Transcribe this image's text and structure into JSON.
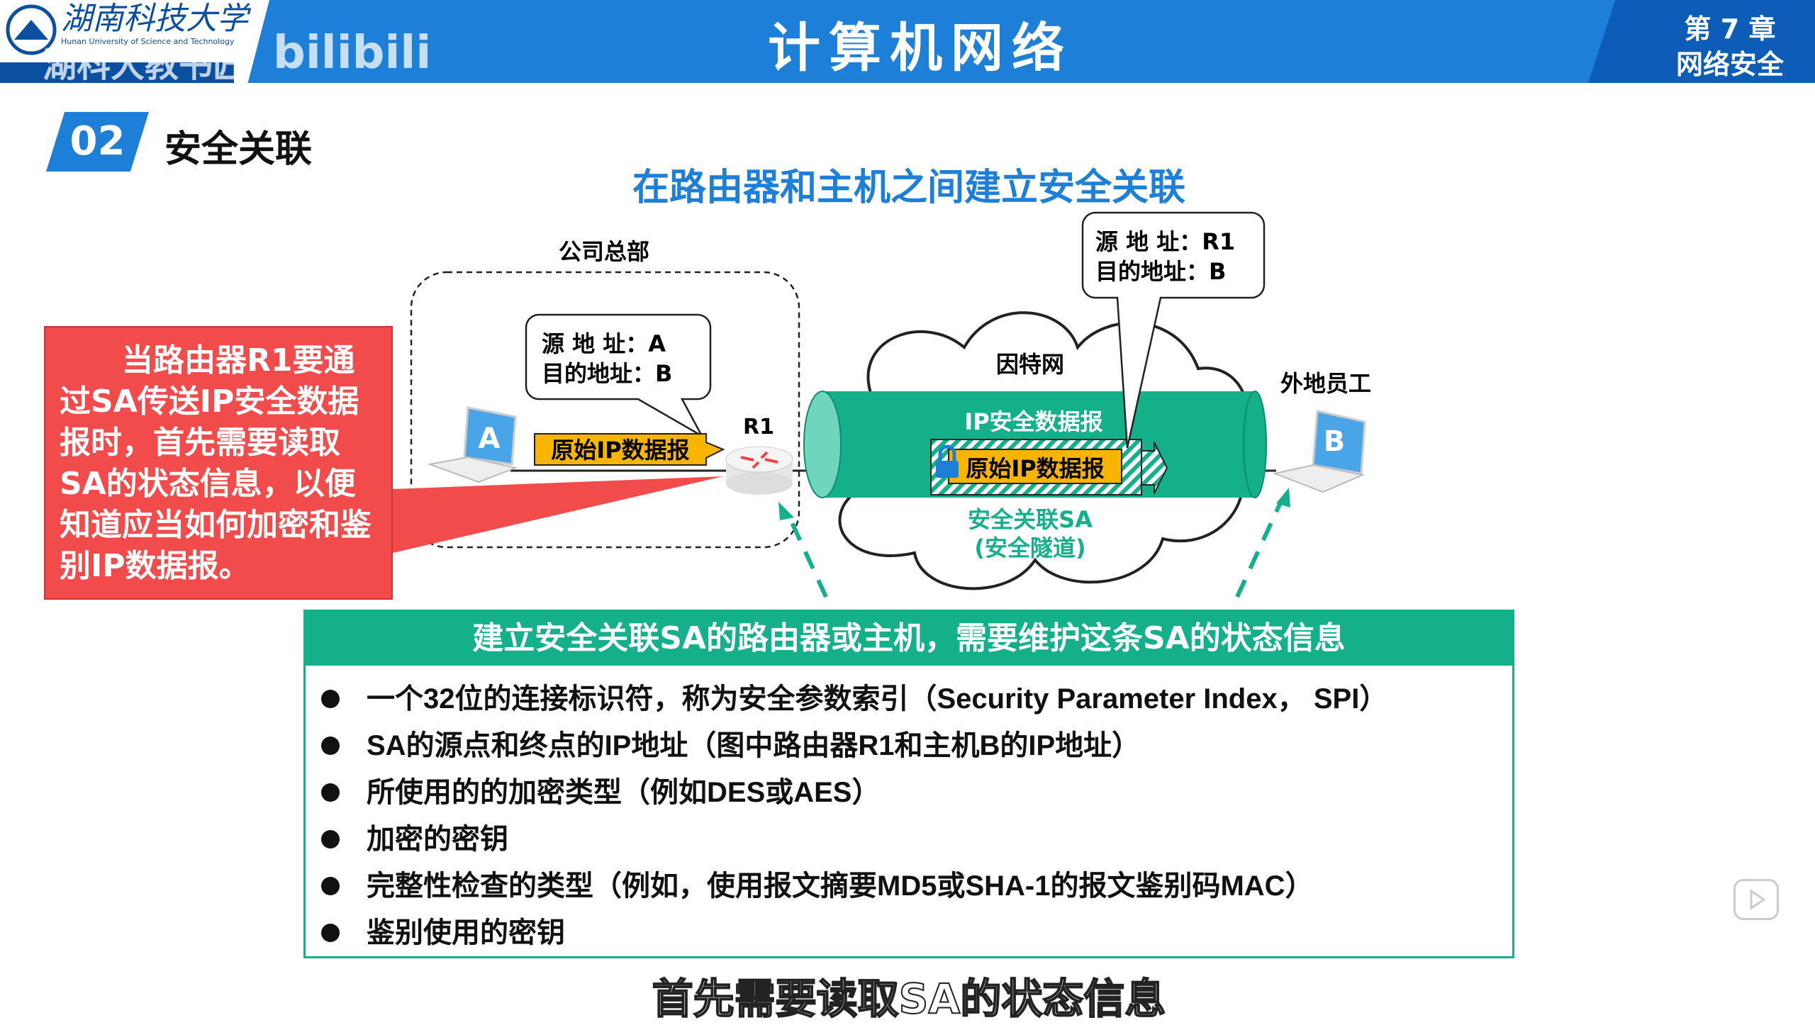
{
  "header": {
    "university": "湖南科技大学",
    "university_en": "Hunan University of Science and Technology",
    "watermark": "湖科大教书匠",
    "bilibili": "bilibili",
    "title": "计算机网络",
    "chapter": "第 7 章",
    "chapter_name": "网络安全"
  },
  "section": {
    "number": "02",
    "title": "安全关联"
  },
  "subtitle": "在路由器和主机之间建立安全关联",
  "note": "当路由器R1要通过SA传送IP安全数据报时，首先需要读取SA的状态信息，以便知道应当如何加密和鉴别IP数据报。",
  "diagram": {
    "hq_label": "公司总部",
    "host_a": "A",
    "host_b": "B",
    "router": "R1",
    "internet": "因特网",
    "remote": "外地员工",
    "callout_a": {
      "src": "源 地 址：A",
      "dst": "目的地址：B"
    },
    "callout_r1": {
      "src": "源 地 址：R1",
      "dst": "目的地址：B"
    },
    "orig_packet": "原始IP数据报",
    "secure_packet": "IP安全数据报",
    "sa_label": "安全关联SA",
    "sa_sub": "(安全隧道)"
  },
  "info": {
    "heading": "建立安全关联SA的路由器或主机，需要维护这条SA的状态信息",
    "items": [
      "一个32位的连接标识符，称为安全参数索引（Security Parameter Index， SPI）",
      "SA的源点和终点的IP地址（图中路由器R1和主机B的IP地址）",
      "所使用的的加密类型（例如DES或AES）",
      "加密的密钥",
      "完整性检查的类型（例如，使用报文摘要MD5或SHA-1的报文鉴别码MAC）",
      "鉴别使用的密钥"
    ]
  },
  "caption": "首先需要读取SA的状态信息",
  "colors": {
    "blue": "#1e7fd8",
    "green": "#13b08a",
    "red": "#f24b4b",
    "yellow": "#f7b500"
  }
}
